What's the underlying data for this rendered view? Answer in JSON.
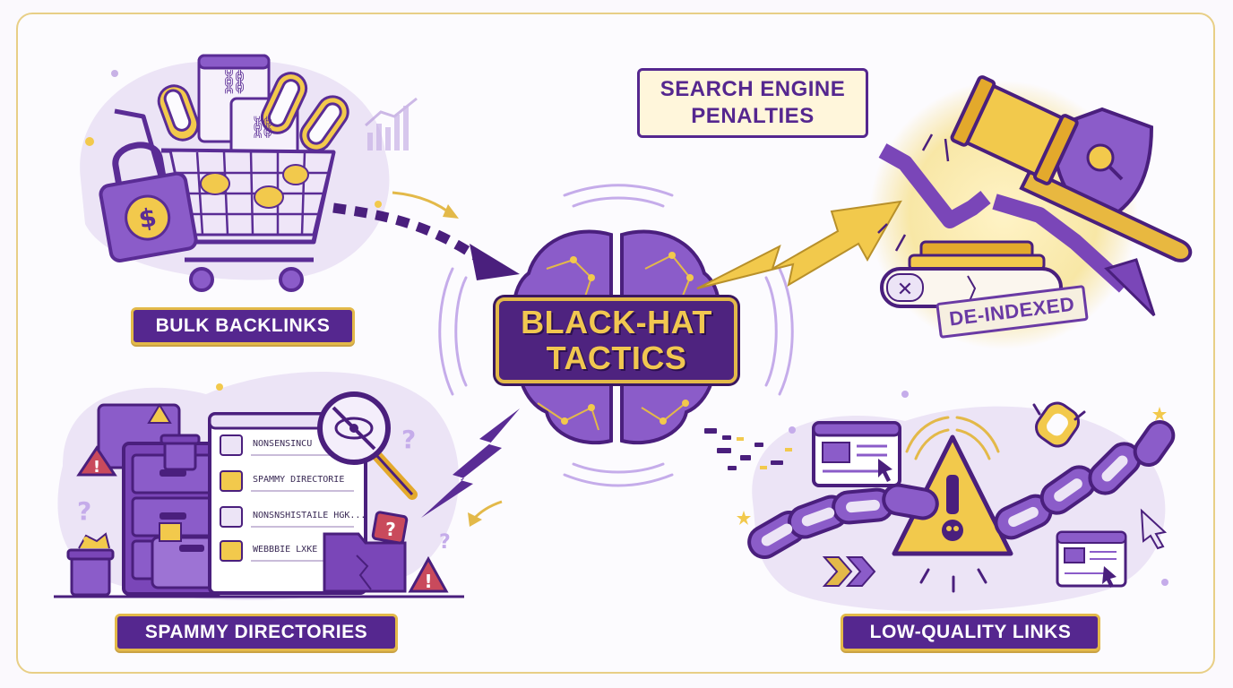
{
  "title": {
    "line1": "BLACK-HAT",
    "line2": "TACTICS"
  },
  "labels": {
    "bulk_backlinks": "BULK BACKLINKS",
    "spammy_directories": "SPAMMY DIRECTORIES",
    "low_quality_links": "LOW-QUALITY LINKS",
    "penalties_line1": "SEARCH ENGINE",
    "penalties_line2": "PENALTIES"
  },
  "stamp": "DE-INDEXED",
  "directory_entries": [
    "NONSENSINCU",
    "SPAMMY DIRECTORIE",
    "NONSNSHISTAILE HGK...",
    "WEBBBIE LXKE"
  ],
  "colors": {
    "purple": "#55278f",
    "light_purple": "#8b5cc9",
    "lavender": "#ece4f6",
    "gold": "#e3b949",
    "frame": "#e8cf86"
  },
  "icons": [
    "shopping-cart-icon",
    "chain-link-icon",
    "padlock-dollar-icon",
    "brain-icon",
    "gavel-icon",
    "shield-search-icon",
    "broken-chain-icon",
    "warning-skull-icon",
    "file-cabinet-icon",
    "magnifier-blocked-eye-icon",
    "trash-can-icon",
    "lightning-bolt-icon"
  ]
}
